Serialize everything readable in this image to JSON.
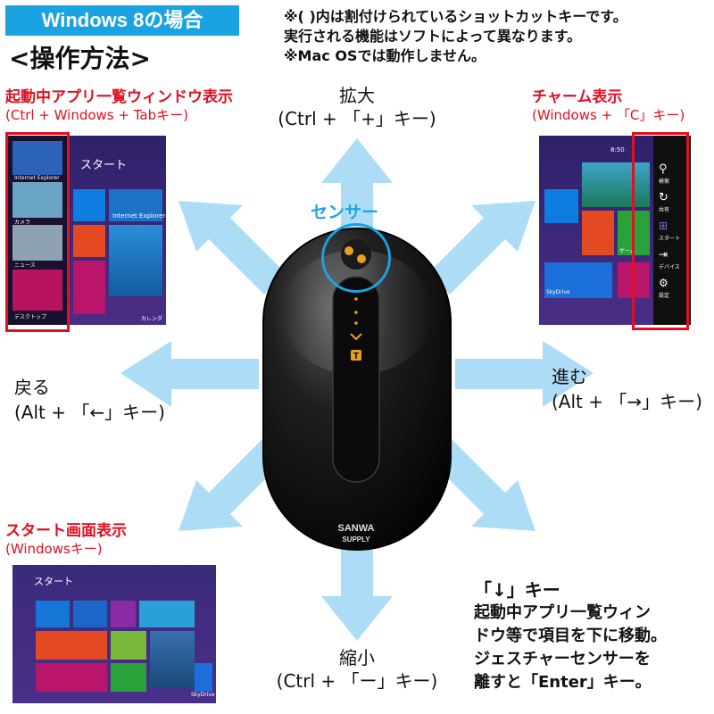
{
  "header": {
    "badge": "Windows 8の場合",
    "subhead": "<操作方法>",
    "notes": [
      "※( )内は割付けられているショットカットキーです。",
      "実行される機能はソフトによって異なります。",
      "※Mac OSでは動作しません。"
    ]
  },
  "gestures": {
    "app_switch": {
      "title": "起動中アプリ一覧ウィンドウ表示",
      "keys": "(Ctrl + Windows + Tabキー)"
    },
    "zoom_in": {
      "title": "拡大",
      "keys": "(Ctrl + 「+」キー)"
    },
    "charms": {
      "title": "チャーム表示",
      "keys": "(Windows + 「C」キー)"
    },
    "back": {
      "title": "戻る",
      "keys": "(Alt + 「←」キー)"
    },
    "forward": {
      "title": "進む",
      "keys": "(Alt + 「→」キー)"
    },
    "start": {
      "title": "スタート画面表示",
      "keys": "(Windowsキー)"
    },
    "zoom_out": {
      "title": "縮小",
      "keys": "(Ctrl + 「ー」キー)"
    },
    "down": {
      "title": "「↓」キー",
      "desc": [
        "起動中アプリ一覧ウィン",
        "ドウ等で項目を下に移動。",
        "ジェスチャーセンサーを",
        "離すと「Enter」キー。"
      ]
    }
  },
  "sensor_label": "センサー",
  "mouse": {
    "brand_top": "SANWA",
    "brand_bottom": "SUPPLY",
    "sensor_mark": "T"
  },
  "screens": {
    "start_title": "スタート",
    "app_list_labels": [
      "Internet Explorer",
      "カメラ",
      "ニュース",
      "デスクトップ"
    ],
    "app_tile_labels": [
      "Internet Explorer",
      "カレンダー"
    ],
    "charms_header": "8:50",
    "charms_items": [
      "検索",
      "共有",
      "スタート",
      "デバイス",
      "設定"
    ],
    "charms_tile_labels": [
      "ゲーム",
      "SkyDrive"
    ],
    "start_tile_labels": [
      "SkyDrive"
    ]
  },
  "colors": {
    "accent_blue": "#1aa3e0",
    "accent_red": "#e01020",
    "win_bg": "#3b2a73"
  }
}
